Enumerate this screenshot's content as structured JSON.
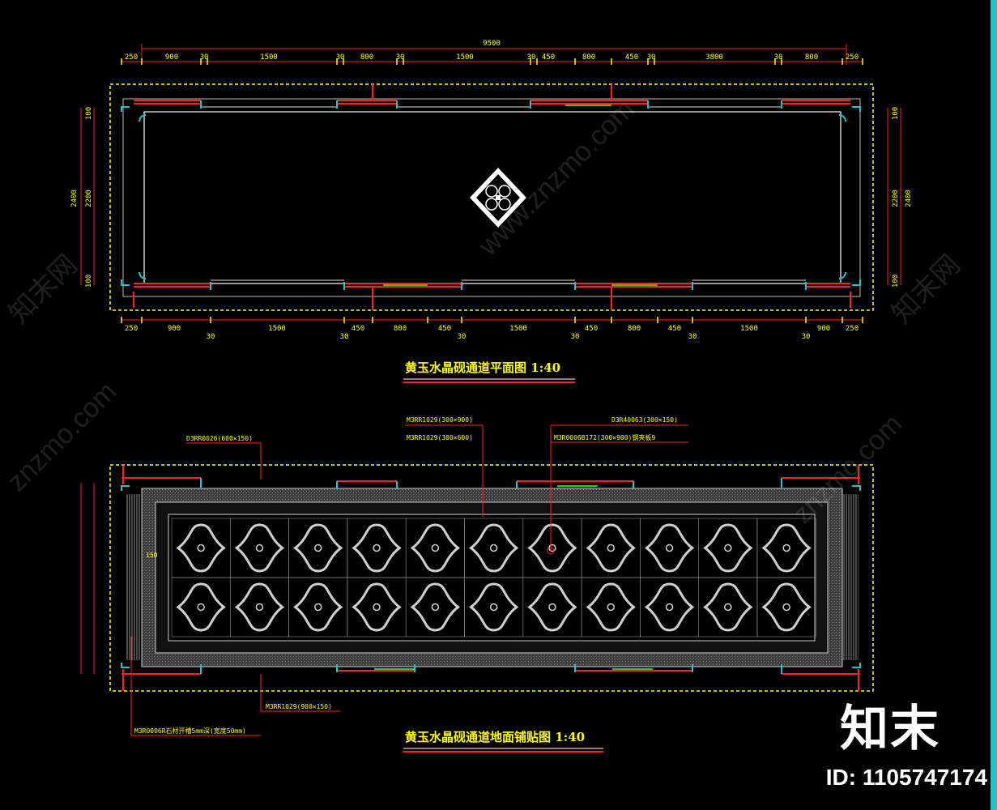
{
  "plan_title": "黄玉水晶砚通道平面图 1:40",
  "paving_title": "黄玉水晶砚通道地面铺贴图 1:40",
  "brand": "知末",
  "id_text": "ID: 1105747174",
  "watermarks": [
    "znzmo.com",
    "知末网 www.znzmo.com",
    "知末网",
    "www.znzmo.com"
  ],
  "paving_labels": {
    "left_top": "D3RR0026(600×150)",
    "mid_top_1": "M3RR1029(300×900)",
    "mid_top_2": "M3RR1029(300×600)",
    "right_top_1": "D3R40063(300×150)",
    "right_top_2": "M3R0006B172(300×900)钢夹板9",
    "bottom_mid": "M3RR1029(900×150)",
    "bottom_left": "M3R0006R石材开槽5mm深(宽度50mm)",
    "inner_dim": "150"
  },
  "plan_dims": {
    "top_total": "9500",
    "top": [
      "250",
      "900",
      "30",
      "1500",
      "30",
      "800",
      "30",
      "1500",
      "30",
      "450",
      "800",
      "450",
      "30",
      "3800",
      "30",
      "800",
      "250"
    ],
    "bottom": [
      "250",
      "900",
      "30",
      "1500",
      "30",
      "450",
      "800",
      "450",
      "30",
      "1500",
      "30",
      "450",
      "800",
      "450",
      "30",
      "1500",
      "30",
      "900",
      "250"
    ],
    "left": [
      "2400",
      "2200",
      "100",
      "100"
    ],
    "right": [
      "100",
      "2200",
      "2400",
      "100"
    ]
  },
  "colors": {
    "dim": "#ff2020",
    "text": "#ffff00",
    "wall": "#e0e0e0",
    "cyan": "#19c7d2",
    "green": "#20d020",
    "pattern": "#bfbfbf"
  }
}
